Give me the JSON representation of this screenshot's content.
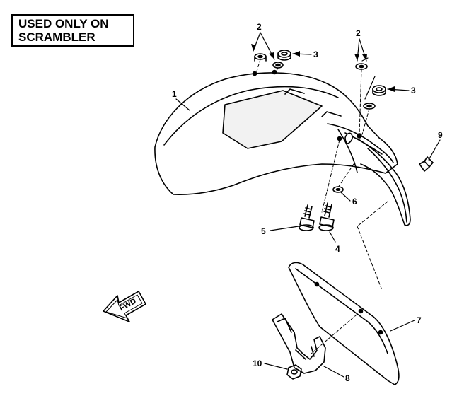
{
  "note": {
    "line1": "USED ONLY ON",
    "line2": "SCRAMBLER"
  },
  "fwd_label": "FWD",
  "callouts": [
    {
      "id": "1",
      "text": "1"
    },
    {
      "id": "2a",
      "text": "2"
    },
    {
      "id": "2b",
      "text": "2"
    },
    {
      "id": "3a",
      "text": "3"
    },
    {
      "id": "3b",
      "text": "3"
    },
    {
      "id": "4",
      "text": "4"
    },
    {
      "id": "5",
      "text": "5"
    },
    {
      "id": "6",
      "text": "6"
    },
    {
      "id": "7",
      "text": "7"
    },
    {
      "id": "8",
      "text": "8"
    },
    {
      "id": "9",
      "text": "9"
    },
    {
      "id": "10",
      "text": "10"
    }
  ]
}
